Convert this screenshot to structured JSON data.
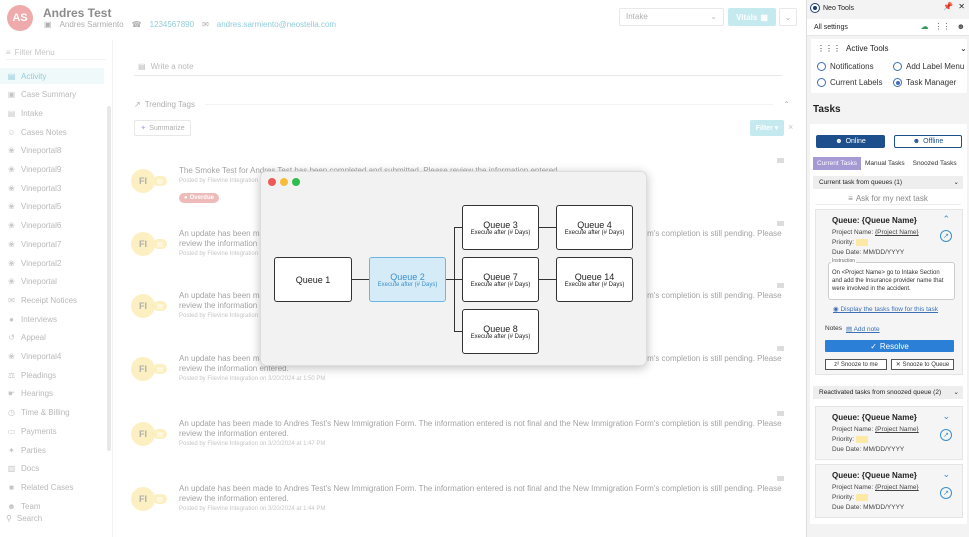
{
  "header": {
    "avatar_initials": "AS",
    "client_name": "Andres Test",
    "contact_name": "Andres Sarmiento",
    "phone": "1234567890",
    "email": "andres.sarmiento@neostella.com",
    "phase_select": "Intake",
    "vitals_label": "Vitals"
  },
  "sidebar": {
    "filter_placeholder": "Filter Menu",
    "items": [
      {
        "label": "Activity",
        "icon": "chat-icon",
        "active": true
      },
      {
        "label": "Case Summary",
        "icon": "briefcase-icon"
      },
      {
        "label": "Intake",
        "icon": "form-icon"
      },
      {
        "label": "Cases Notes",
        "icon": "people-icon"
      },
      {
        "label": "Vineportal8",
        "icon": "vine-icon"
      },
      {
        "label": "Vineportal9",
        "icon": "vine-icon"
      },
      {
        "label": "Vineportal3",
        "icon": "vine-icon"
      },
      {
        "label": "Vineportal5",
        "icon": "vine-icon"
      },
      {
        "label": "Vineportal6",
        "icon": "vine-icon"
      },
      {
        "label": "Vineportal7",
        "icon": "vine-icon"
      },
      {
        "label": "Vineportal2",
        "icon": "vine-icon"
      },
      {
        "label": "Vineportal",
        "icon": "vine-icon"
      },
      {
        "label": "Receipt Notices",
        "icon": "mail-icon"
      },
      {
        "label": "Interviews",
        "icon": "circle-icon"
      },
      {
        "label": "Appeal",
        "icon": "appeal-icon"
      },
      {
        "label": "Vineportal4",
        "icon": "vine-icon"
      },
      {
        "label": "Pleadings",
        "icon": "pleadings-icon"
      },
      {
        "label": "Hearings",
        "icon": "hearings-icon"
      },
      {
        "label": "Time & Billing",
        "icon": "clock-icon"
      },
      {
        "label": "Payments",
        "icon": "card-icon"
      },
      {
        "label": "Parties",
        "icon": "parties-icon"
      },
      {
        "label": "Docs",
        "icon": "doc-icon"
      },
      {
        "label": "Related Cases",
        "icon": "folder-icon"
      },
      {
        "label": "Team",
        "icon": "team-icon"
      }
    ],
    "search_label": "Search"
  },
  "main": {
    "note_placeholder": "Write a note",
    "trending_tags": "Trending Tags",
    "summarize": "Summarize",
    "filter": "Filter",
    "overdue": "Overdue",
    "entries": [
      {
        "text": "The Smoke Test for Andres Test has been completed and submitted. Please review the information entered.",
        "meta": "Posted by Filevine Integration on 3/20/2024 at 1:55 PM"
      },
      {
        "text": "An update has been made to Andres Test's New Immigration Form. The information entered is not final and the New Immigration Form's completion is still pending. Please review the information entered.",
        "meta": "Posted by Filevine Integration on 3/20/2024 at 1:54 PM"
      },
      {
        "text": "An update has been made to Andres Test's New Immigration Form. The information entered is not final and the New Immigration Form's completion is still pending. Please review the information entered.",
        "meta": "Posted by Filevine Integration on 3/20/2024 at 1:52 PM"
      },
      {
        "text": "An update has been made to Andres Test's New Immigration Form. The information entered is not final and the New Immigration Form's completion is still pending. Please review the information entered.",
        "meta": "Posted by Filevine Integration on 3/20/2024 at 1:50 PM"
      },
      {
        "text": "An update has been made to Andres Test's New Immigration Form. The information entered is not final and the New Immigration Form's completion is still pending. Please review the information entered.",
        "meta": "Posted by Filevine Integration on 3/20/2024 at 1:47 PM"
      },
      {
        "text": "An update has been made to Andres Test's New Immigration Form. The information entered is not final and the New Immigration Form's completion is still pending. Please review the information entered.",
        "meta": "Posted by Filevine Integration on 3/20/2024 at 1:44 PM"
      }
    ]
  },
  "popup": {
    "queues": [
      {
        "name": "Queue 1",
        "exec": ""
      },
      {
        "name": "Queue 2",
        "exec": "Execute after (# Days)"
      },
      {
        "name": "Queue 3",
        "exec": "Execute after (# Days)"
      },
      {
        "name": "Queue 4",
        "exec": "Execute after (# Days)"
      },
      {
        "name": "Queue 7",
        "exec": "Execute after (# Days)"
      },
      {
        "name": "Queue 14",
        "exec": "Execute after (# Days)"
      },
      {
        "name": "Queue 8",
        "exec": "Execute after (# Days)"
      }
    ]
  },
  "panel": {
    "title": "Neo Tools",
    "all_settings": "All settings",
    "active_tools": "Active Tools",
    "tools": [
      {
        "label": "Notifications",
        "on": false
      },
      {
        "label": "Add Label Menu",
        "on": false
      },
      {
        "label": "Current Labels",
        "on": false
      },
      {
        "label": "Task Manager",
        "on": true
      }
    ],
    "tasks_title": "Tasks",
    "online": "Online",
    "offline": "Offline",
    "tabs": [
      "Current Tasks",
      "Manual Tasks",
      "Snoozed Tasks"
    ],
    "current_section": "Current task from queues (1)",
    "ask_next": "Ask for my next task",
    "queue_name": "Queue: {Queue Name}",
    "project_label": "Project Name:",
    "project_value": "{Project Name}",
    "priority_label": "Priority:",
    "due_label": "Due Date: MM/DD/YYYY",
    "instruction_label": "Instruction",
    "instruction_text": "On <Project Name> go to Intake Section and add the Insurance provider name that were involved in the accident.",
    "flow_link": "Display the tasks flow for this task",
    "notes_label": "Notes",
    "add_note": "Add note",
    "resolve": "Resolve",
    "snooze_me": "Snooze to me",
    "snooze_queue": "Snooze to Queue",
    "reactivated_section": "Reactivated tasks from snoozed queue (2)"
  }
}
